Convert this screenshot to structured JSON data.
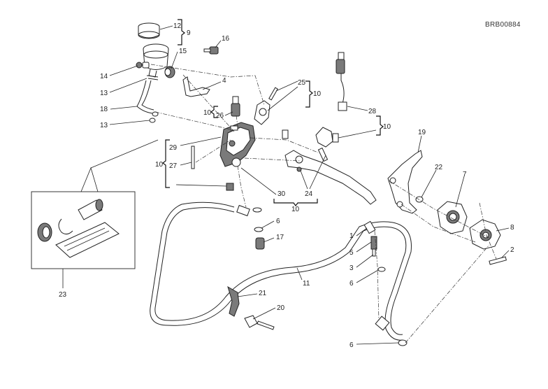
{
  "drawing_code": "BRB00884",
  "callouts": {
    "c1": "1",
    "c2": "2",
    "c3": "3",
    "c4": "4",
    "c5": "5",
    "c6a": "6",
    "c6b": "6",
    "c6c": "6",
    "c7": "7",
    "c8": "8",
    "c9": "9",
    "c10a": "10",
    "c10b": "10",
    "c10c": "10",
    "c10d": "10",
    "c10e": "10",
    "c11": "11",
    "c12": "12",
    "c13a": "13",
    "c13b": "13",
    "c14": "14",
    "c15": "15",
    "c16": "16",
    "c17": "17",
    "c18": "18",
    "c19": "19",
    "c20": "20",
    "c21": "21",
    "c22": "22",
    "c23": "23",
    "c24": "24",
    "c25": "25",
    "c26": "26",
    "c27": "27",
    "c28": "28",
    "c29": "29",
    "c30": "30"
  }
}
